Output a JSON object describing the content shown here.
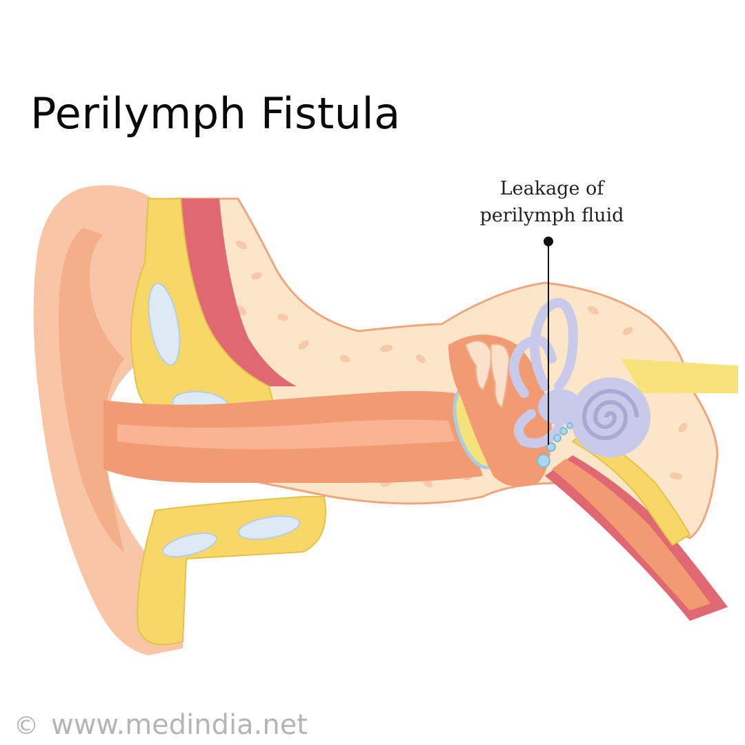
{
  "title": "Perilymph Fistula",
  "callout": {
    "line1": "Leakage of",
    "line2": "perilymph fluid"
  },
  "footer": {
    "copyright_symbol": "©",
    "site": "www.medindia.net"
  },
  "colors": {
    "skin": "#f8c6a6",
    "skin_dark": "#f0a57e",
    "canal": "#f29a72",
    "cartilage": "#f7d866",
    "bone": "#fbe6c9",
    "muscle": "#e06873",
    "inner_ear": "#c9c9e9",
    "fluid": "#a9d7ef"
  }
}
